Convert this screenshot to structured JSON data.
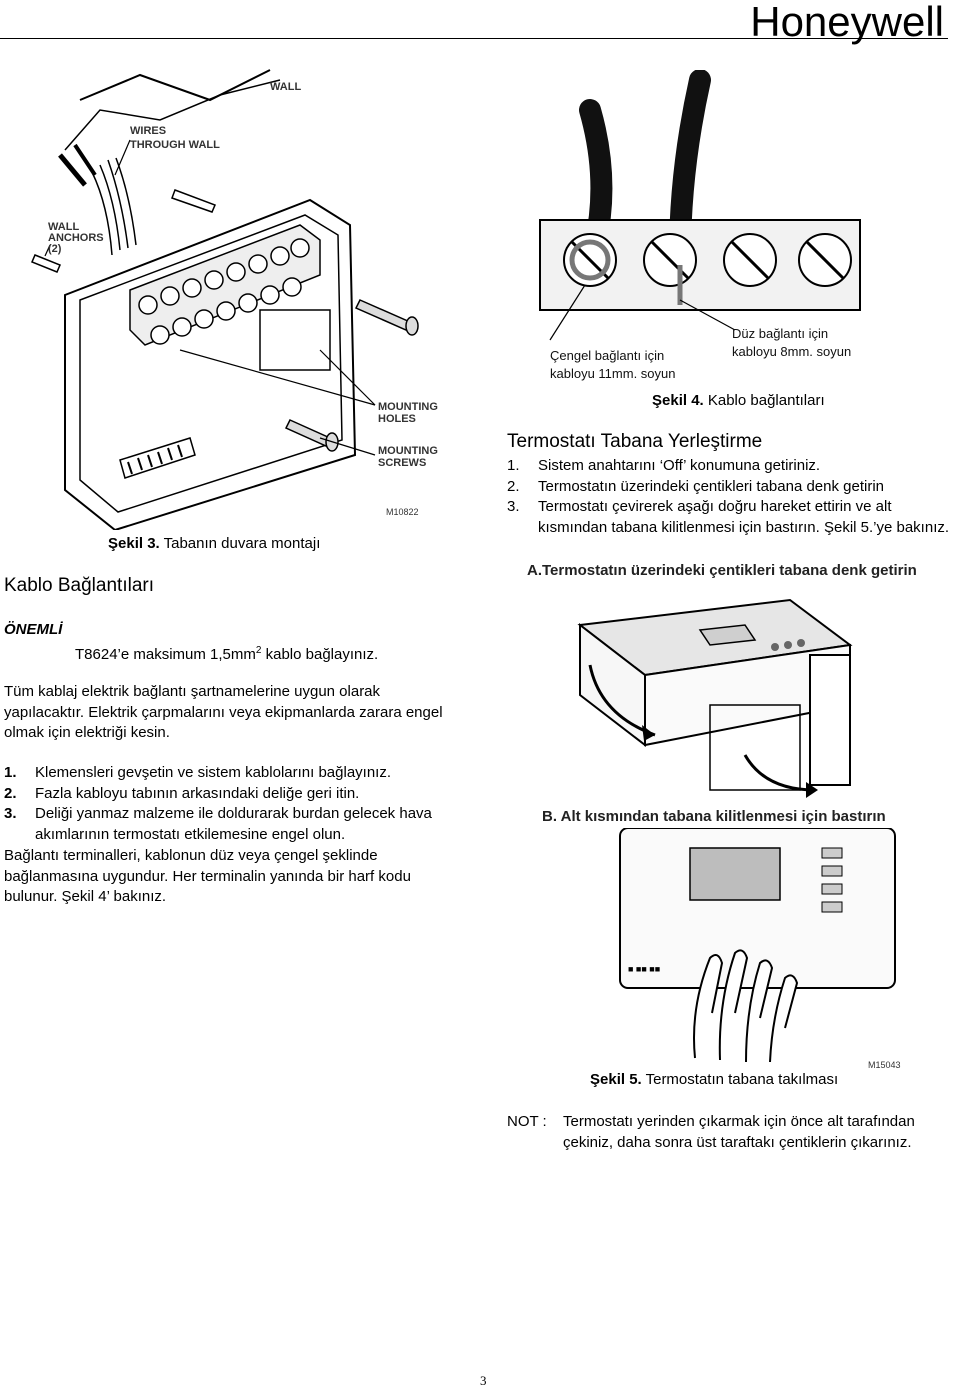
{
  "header": {
    "brand": "Honeywell"
  },
  "fig3": {
    "labels": {
      "wall": "WALL",
      "wires_1": "WIRES",
      "wires_2": "THROUGH WALL",
      "anchors_1": "WALL",
      "anchors_2": "ANCHORS",
      "anchors_3": "(2)",
      "holes_1": "MOUNTING",
      "holes_2": "HOLES",
      "screws_1": "MOUNTING",
      "screws_2": "SCREWS",
      "code": "M10822"
    },
    "caption_num": "Şekil 3.",
    "caption_text": " Tabanın duvara montajı"
  },
  "fig4": {
    "label_hook_1": "Çengel bağlantı için",
    "label_hook_2": "kabloyu 11mm. soyun",
    "label_straight_1": "Düz bağlantı için",
    "label_straight_2": "kabloyu 8mm. soyun",
    "caption_num": "Şekil 4.",
    "caption_text": " Kablo bağlantıları"
  },
  "left": {
    "section_title": "Kablo Bağlantıları",
    "important_label": "ÖNEMLİ",
    "important_pre": "T8624’e maksimum 1,5mm",
    "important_sup": "2",
    "important_post": " kablo bağlayınız.",
    "para1": "Tüm kablaj elektrik bağlantı şartnamelerine uygun olarak yapılacaktır. Elektrik çarpmalarını veya ekipmanlarda zarara engel olmak için elektriği kesin.",
    "steps": [
      {
        "num": "1.",
        "text": "Klemensleri gevşetin ve sistem kablolarını bağlayınız."
      },
      {
        "num": "2.",
        "text": "Fazla kabloyu tabının arkasındaki deliğe geri itin."
      },
      {
        "num": "3.",
        "text": "Deliği yanmaz malzeme ile doldurarak burdan gelecek hava akımlarının termostatı etkilemesine engel olun."
      }
    ],
    "para2": "Bağlantı terminalleri, kablonun düz veya çengel şeklinde bağlanmasına uygundur. Her terminalin yanında bir harf kodu bulunur. Şekil 4’ bakınız."
  },
  "right": {
    "section_title": "Termostatı Tabana Yerleştirme",
    "steps": [
      {
        "num": "1.",
        "text": "Sistem anahtarını ‘Off’ konumuna getiriniz."
      },
      {
        "num": "2.",
        "text": "Termostatın üzerindeki çentikleri tabana denk getirin"
      },
      {
        "num": "3.",
        "text": "Termostatı çevirerek aşağı doğru hareket ettirin ve alt kısmından tabana kilitlenmesi için bastırın. Şekil 5.’ye bakınız."
      }
    ]
  },
  "fig5": {
    "label_a": "A.Termostatın üzerindeki çentikleri tabana denk getirin",
    "label_b": "B. Alt kısmından tabana kilitlenmesi için bastırın",
    "code": "M15043",
    "caption_num": "Şekil 5.",
    "caption_text": " Termostatın tabana takılması"
  },
  "note": {
    "label": "NOT :",
    "text": "Termostatı yerinden çıkarmak için önce alt tarafından çekiniz, daha sonra üst taraftakı çentiklerin çıkarınız."
  },
  "footer": {
    "page_number": "3"
  }
}
